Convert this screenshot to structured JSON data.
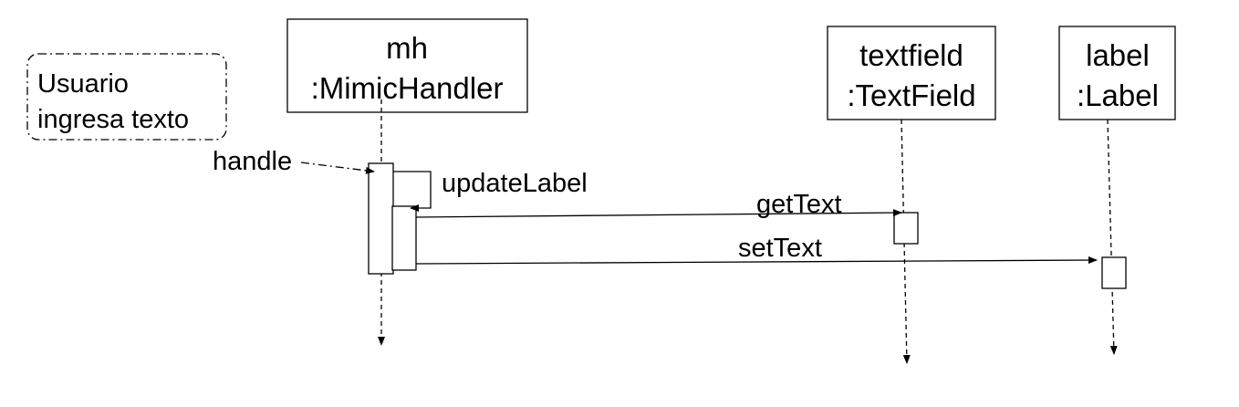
{
  "note": {
    "line1": "Usuario",
    "line2": "ingresa texto"
  },
  "lifelines": {
    "mh": {
      "name": "mh",
      "type": ":MimicHandler"
    },
    "textfield": {
      "name": "textfield",
      "type": ":TextField"
    },
    "label": {
      "name": "label",
      "type": ":Label"
    }
  },
  "messages": {
    "handle": "handle",
    "updateLabel": "updateLabel",
    "getText": "getText",
    "setText": "setText"
  },
  "colors": {
    "line": "#000000",
    "background": "#ffffff"
  }
}
